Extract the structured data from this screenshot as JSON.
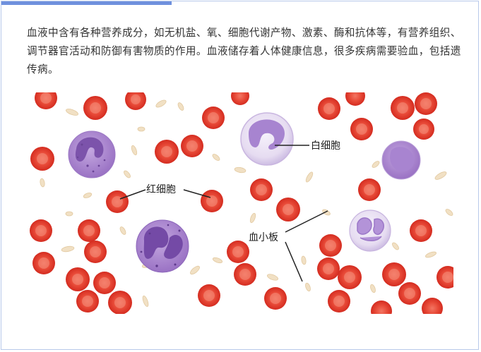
{
  "paragraph": "血液中含有各种营养成分，如无机盐、氧、细胞代谢产物、激素、酶和抗体等，有营养组织、调节器官活动和防御有害物质的作用。血液储存着人体健康信息，很多疾病需要验血，包括遗传病。",
  "figure": {
    "labels": {
      "white_cell": "白细胞",
      "red_cell": "红细胞",
      "platelet": "血小板"
    },
    "colors": {
      "red_cell": "#e0392c",
      "red_cell_center": "#f37562",
      "white_cell": "#a07bc7",
      "nucleus": "#7a4fa8",
      "platelet": "#f1e0c4",
      "accent": "#6f90dd"
    }
  }
}
